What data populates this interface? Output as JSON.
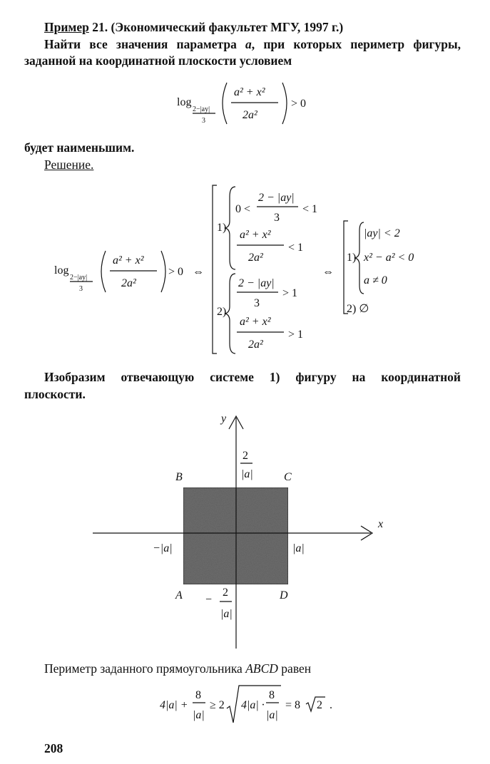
{
  "header": {
    "example_label": "Пример",
    "example_rest": "21. (Экономический факультет МГУ, 1997 г.)"
  },
  "problem": {
    "line1_pre": "Найти все значения параметра ",
    "line1_var": "a",
    "line1_post": ", при которых периметр фигуры,",
    "line2": "заданной на координатной плоскости условием",
    "line3": "будет наименьшим."
  },
  "solution_label": "Решение.",
  "formula_main": {
    "log": "log",
    "base_num": "2−|ay|",
    "base_den": "3",
    "arg_num": "a² + x²",
    "arg_den": "2a²",
    "rel": "> 0"
  },
  "system": {
    "equiv": "⇔",
    "case1_label": "1)",
    "case2_label": "2)",
    "c1_row1_left": "0 <",
    "c1_row1_num": "2 − |ay|",
    "c1_row1_den": "3",
    "c1_row1_right": "< 1",
    "c1_row2_num": "a² + x²",
    "c1_row2_den": "2a²",
    "c1_row2_right": "< 1",
    "c2_row1_num": "2 − |ay|",
    "c2_row1_den": "3",
    "c2_row1_right": "> 1",
    "c2_row2_num": "a² + x²",
    "c2_row2_den": "2a²",
    "c2_row2_right": "> 1",
    "r1_row1": "|ay| < 2",
    "r1_row2": "x² − a² < 0",
    "r1_row3": "a ≠ 0",
    "r2": "2) ∅"
  },
  "figure_text": {
    "line1": "Изобразим отвечающую системе 1) фигуру на координатной",
    "line2": "плоскости."
  },
  "graph": {
    "x_label": "x",
    "y_label": "y",
    "top_num": "2",
    "top_den": "|a|",
    "bottom_sign": "−",
    "bottom_num": "2",
    "bottom_den": "|a|",
    "left_label": "−|a|",
    "right_label": "|a|",
    "B": "B",
    "C": "C",
    "A": "A",
    "D": "D",
    "fill_color": "#6e6e6e"
  },
  "perimeter": {
    "pre": "Периметр заданного прямоугольника ",
    "name": "ABCD",
    "post": " равен",
    "t1": "4|a| +",
    "frac_num": "8",
    "frac_den": "|a|",
    "ge": "≥ 2",
    "root_left": "4|a| ·",
    "root_num": "8",
    "root_den": "|a|",
    "eq": "= 8",
    "rhs_root": "2",
    "end": "."
  },
  "page_number": "208"
}
